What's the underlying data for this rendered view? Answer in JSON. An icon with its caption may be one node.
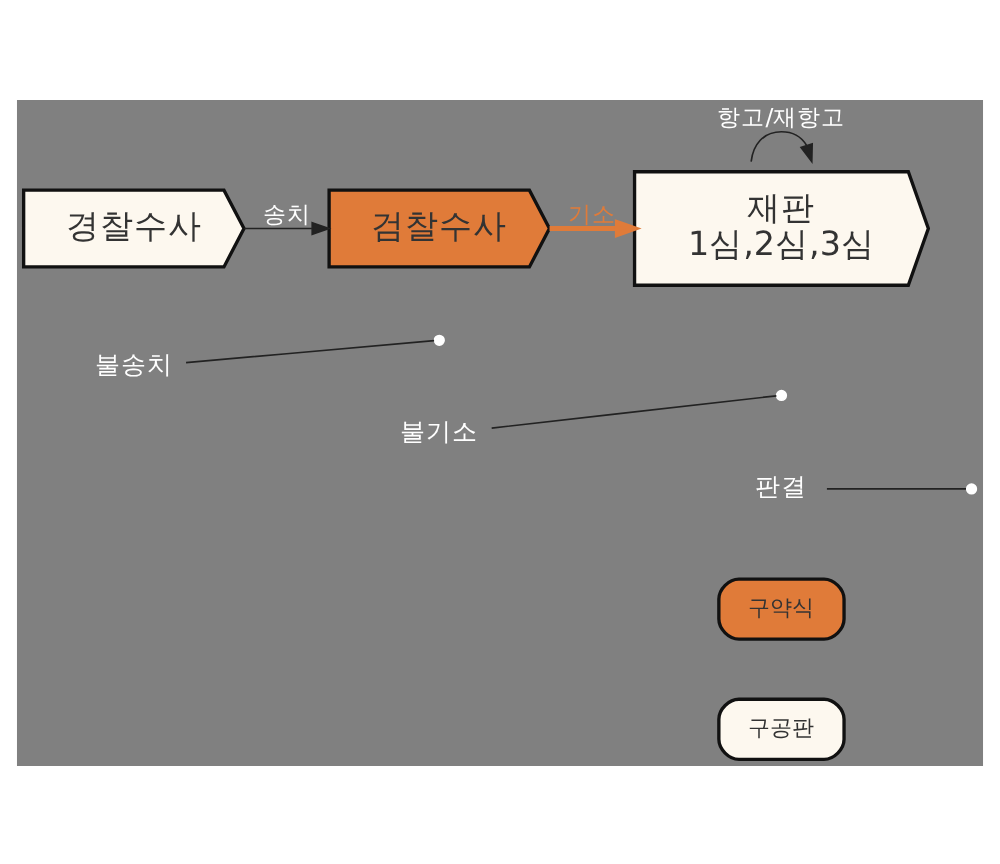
{
  "diagram": {
    "nodes": [
      {
        "text": [
          "경찰수사"
        ]
      },
      {
        "text": [
          "검찰수사"
        ]
      },
      {
        "text": [
          "재판",
          "1심,2심,3심"
        ]
      },
      {
        "text": [
          "불송치"
        ]
      },
      {
        "text": [
          "불기소"
        ]
      },
      {
        "text": [
          "판결"
        ]
      },
      {
        "text": [
          "구약식"
        ]
      },
      {
        "text": [
          "구공판"
        ]
      }
    ],
    "edges": [
      {
        "from": 0,
        "to": 1,
        "arrow": "to",
        "label": "송치"
      },
      {
        "from": 1,
        "to": 2,
        "arrow": "to",
        "label": "기소",
        "style": "thick",
        "color": "#e07b39"
      },
      {
        "from": 2,
        "to": 2,
        "arrow": "to",
        "label": "항고/재항고"
      },
      {
        "from": 3,
        "to": null,
        "arrow": "none"
      },
      {
        "from": 4,
        "to": null,
        "arrow": "none"
      },
      {
        "from": 5,
        "to": null,
        "arrow": "none"
      }
    ]
  }
}
